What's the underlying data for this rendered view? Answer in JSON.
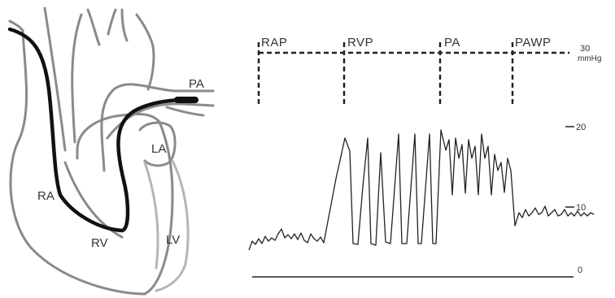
{
  "heart": {
    "labels": {
      "pa": "PA",
      "la": "LA",
      "ra": "RA",
      "rv": "RV",
      "lv": "LV"
    }
  },
  "trace": {
    "phases": [
      "RAP",
      "RVP",
      "PA",
      "PAWP"
    ],
    "y_axis": {
      "max_label": "30",
      "unit": "mmHg",
      "ticks": [
        "20",
        "10",
        "0"
      ],
      "ylim": [
        0,
        30
      ]
    }
  }
}
